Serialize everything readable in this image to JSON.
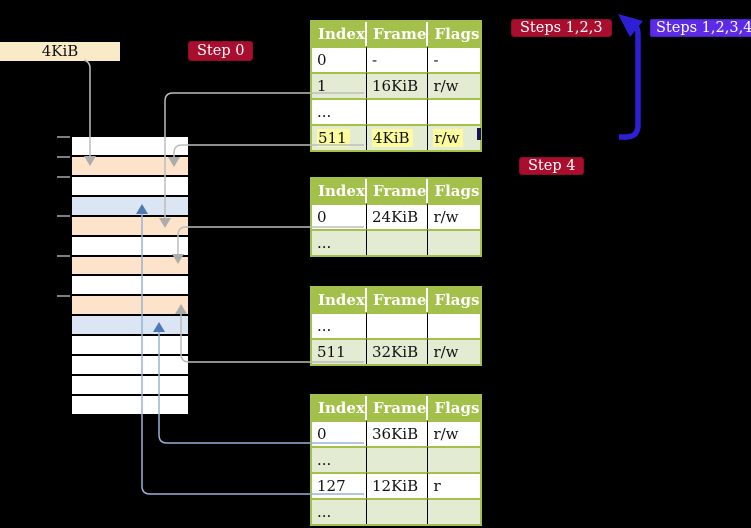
{
  "labels": {
    "frame_size": "4KiB",
    "step0": "Step 0",
    "steps123": "Steps 1,2,3",
    "steps1234": "Steps 1,2,3,4",
    "step4": "Step 4"
  },
  "tables": [
    {
      "name": "level-4-page-table",
      "headers": [
        "Index",
        "Frame",
        "Flags"
      ],
      "rows": [
        {
          "cells": [
            "0",
            "-",
            "-"
          ]
        },
        {
          "cells": [
            "1",
            "16KiB",
            "r/w"
          ]
        },
        {
          "cells": [
            "...",
            "",
            ""
          ]
        },
        {
          "cells": [
            "511",
            "4KiB",
            "r/w"
          ],
          "highlighted": true
        }
      ]
    },
    {
      "name": "level-3-page-table",
      "headers": [
        "Index",
        "Frame",
        "Flags"
      ],
      "rows": [
        {
          "cells": [
            "0",
            "24KiB",
            "r/w"
          ]
        },
        {
          "cells": [
            "...",
            "",
            ""
          ]
        }
      ]
    },
    {
      "name": "level-2-page-table",
      "headers": [
        "Index",
        "Frame",
        "Flags"
      ],
      "rows": [
        {
          "cells": [
            "...",
            "",
            ""
          ]
        },
        {
          "cells": [
            "511",
            "32KiB",
            "r/w"
          ]
        }
      ]
    },
    {
      "name": "level-1-page-table",
      "headers": [
        "Index",
        "Frame",
        "Flags"
      ],
      "rows": [
        {
          "cells": [
            "0",
            "36KiB",
            "r/w"
          ]
        },
        {
          "cells": [
            "...",
            "",
            ""
          ]
        },
        {
          "cells": [
            "127",
            "12KiB",
            "r"
          ]
        },
        {
          "cells": [
            "...",
            "",
            ""
          ]
        }
      ]
    }
  ],
  "memory_column": {
    "frames": [
      "white",
      "orange",
      "white",
      "blue",
      "orange",
      "white",
      "orange",
      "white",
      "orange",
      "blue",
      "white",
      "white",
      "white",
      "white"
    ],
    "tick_count": 6
  },
  "colors": {
    "background": "#000000",
    "cream_label_bg": "#FAEBC8",
    "badge_red": "#A90E2F",
    "badge_violet": "#5B2BE8",
    "table_green": "#A3C14A",
    "table_row_green": "#E3EBD2",
    "highlight_yellow": "#FCFB9E",
    "frame_orange": "#FDE3C9",
    "frame_blue": "#DBE5F3",
    "connector_gray": "#BDBDBD",
    "arrowhead_gray": "#ACACAC",
    "connector_blue": "#95B3D7",
    "arrowhead_blue": "#4E79B6",
    "arrow_blue": "#2C1FD4",
    "arrow_tail_dark": "#171257",
    "tick_gray": "#7F7F7F"
  }
}
